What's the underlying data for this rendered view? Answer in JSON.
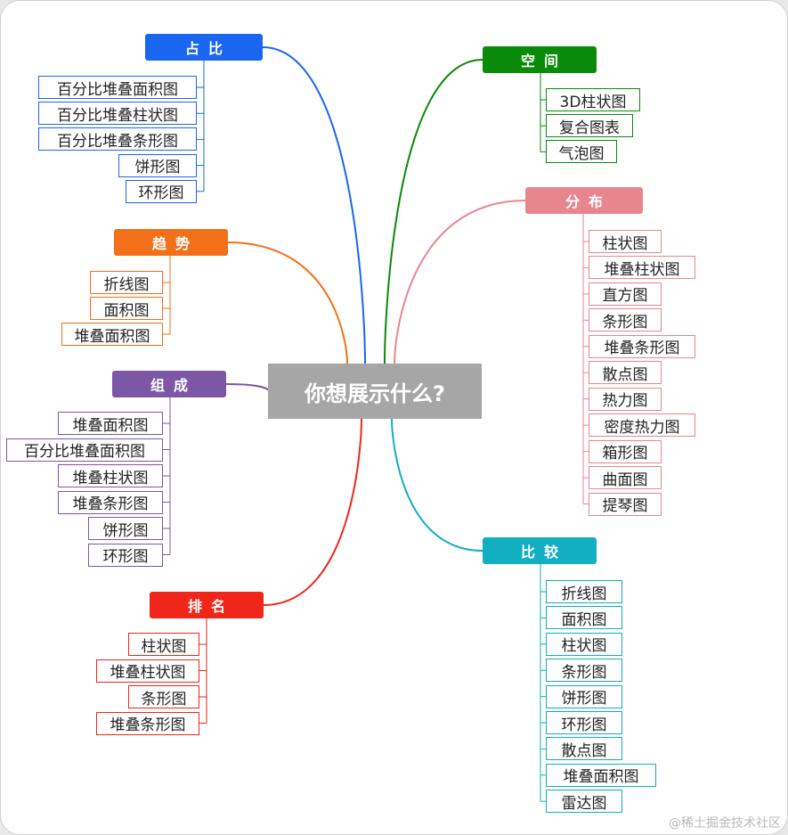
{
  "center": {
    "label": "你想展示什么?"
  },
  "branches": [
    {
      "key": "zhanbi",
      "label": "占比",
      "color": "#1a66f0",
      "side": "left",
      "items": [
        "百分比堆叠面积图",
        "百分比堆叠柱状图",
        "百分比堆叠条形图",
        "饼形图",
        "环形图"
      ]
    },
    {
      "key": "qushi",
      "label": "趋势",
      "color": "#f2701a",
      "side": "left",
      "items": [
        "折线图",
        "面积图",
        "堆叠面积图"
      ]
    },
    {
      "key": "zucheng",
      "label": "组成",
      "color": "#7b57a6",
      "side": "left",
      "items": [
        "堆叠面积图",
        "百分比堆叠面积图",
        "堆叠柱状图",
        "堆叠条形图",
        "饼形图",
        "环形图"
      ]
    },
    {
      "key": "paiming",
      "label": "排名",
      "color": "#f0261a",
      "side": "left",
      "items": [
        "柱状图",
        "堆叠柱状图",
        "条形图",
        "堆叠条形图"
      ]
    },
    {
      "key": "kongjian",
      "label": "空间",
      "color": "#0a8a0a",
      "side": "right",
      "items": [
        "3D柱状图",
        "复合图表",
        "气泡图"
      ]
    },
    {
      "key": "fenbu",
      "label": "分布",
      "color": "#e8868e",
      "side": "right",
      "items": [
        "柱状图",
        "堆叠柱状图",
        "直方图",
        "条形图",
        "堆叠条形图",
        "散点图",
        "热力图",
        "密度热力图",
        "箱形图",
        "曲面图",
        "提琴图"
      ]
    },
    {
      "key": "bijiao",
      "label": "比较",
      "color": "#12aec2",
      "side": "right",
      "items": [
        "折线图",
        "面积图",
        "柱状图",
        "条形图",
        "饼形图",
        "环形图",
        "散点图",
        "堆叠面积图",
        "雷达图"
      ]
    }
  ],
  "watermark": "@稀土掘金技术社区"
}
